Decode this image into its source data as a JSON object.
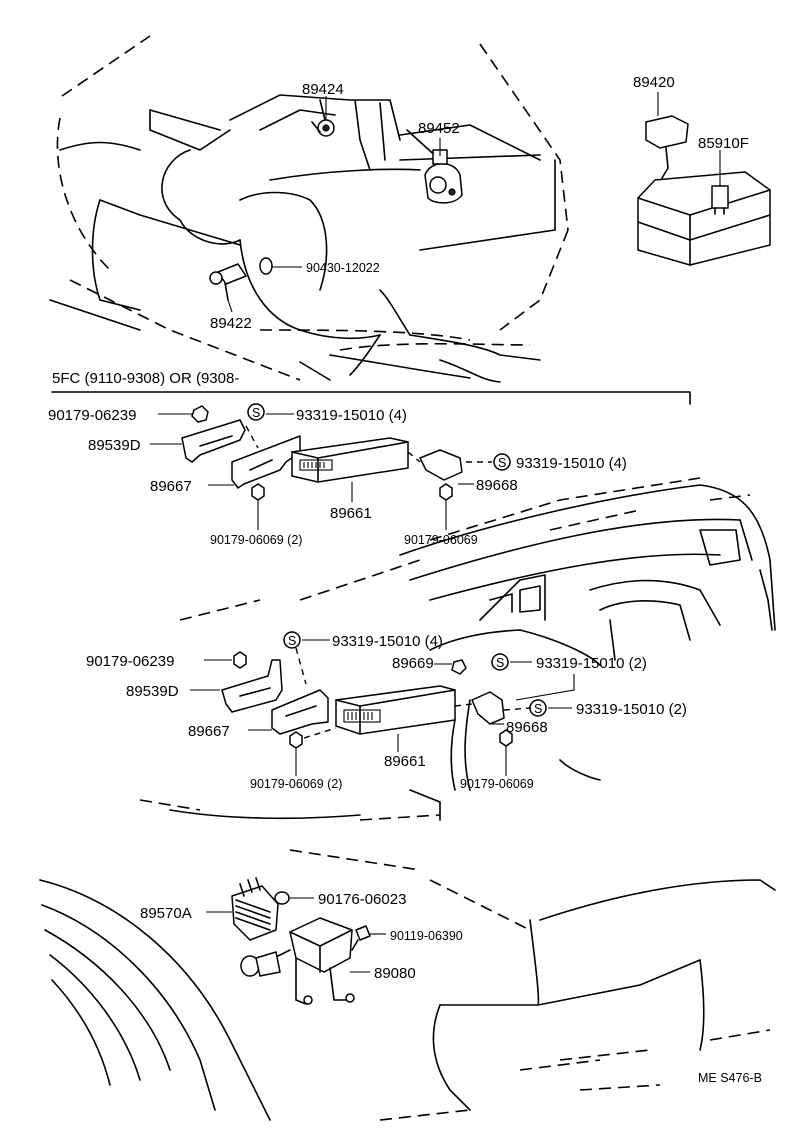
{
  "labels": {
    "p89424": "89424",
    "p89452": "89452",
    "p89420": "89420",
    "p85910F": "85910F",
    "p90430": "90430-12022",
    "p89422": "89422",
    "condition": "5FC (9110-9308) OR (9308-",
    "s1_90179_06239": "90179-06239",
    "s1_93319_4a": "93319-15010 (4)",
    "s1_89539D": "89539D",
    "s1_93319_4b": "93319-15010 (4)",
    "s1_89667": "89667",
    "s1_89668": "89668",
    "s1_89661": "89661",
    "s1_90179_06069_2": "90179-06069 (2)",
    "s1_90179_06069": "90179-06069",
    "s2_93319_4": "93319-15010 (4)",
    "s2_90179_06239": "90179-06239",
    "s2_89669": "89669",
    "s2_93319_2a": "93319-15010 (2)",
    "s2_89539D": "89539D",
    "s2_93319_2b": "93319-15010 (2)",
    "s2_89667": "89667",
    "s2_89668": "89668",
    "s2_89661": "89661",
    "s2_90179_06069_2": "90179-06069 (2)",
    "s2_90179_06069": "90179-06069",
    "p90176": "90176-06023",
    "p89570A": "89570A",
    "p90119": "90119-06390",
    "p89080": "89080",
    "ref": "ME S476-B",
    "s_mark": "S"
  }
}
